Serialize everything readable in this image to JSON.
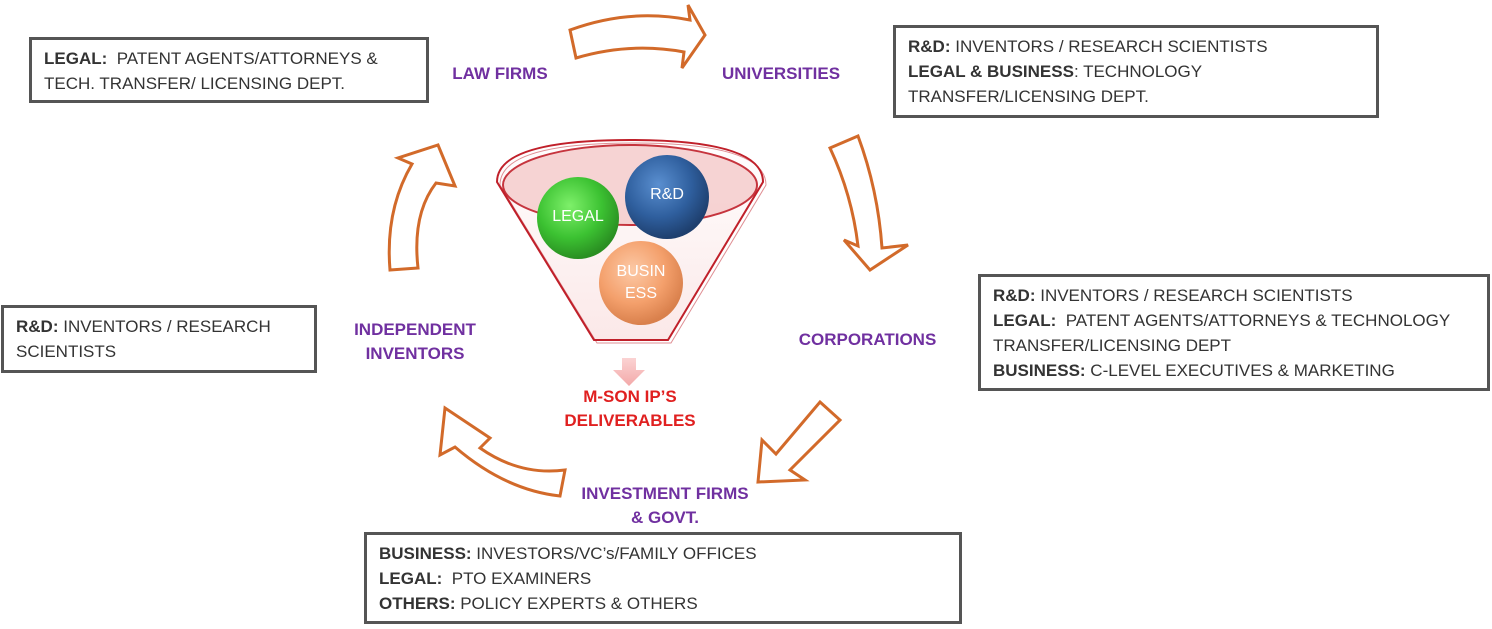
{
  "nodes": {
    "law_firms": "LAW FIRMS",
    "universities": "UNIVERSITIES",
    "corporations": "CORPORATIONS",
    "investment_line1": "INVESTMENT FIRMS",
    "investment_line2": "& GOVT.",
    "independent_line1": "INDEPENDENT",
    "independent_line2": "INVENTORS"
  },
  "funnel": {
    "legal": "LEGAL",
    "rd": "R&D",
    "business_line1": "BUSIN",
    "business_line2": "ESS",
    "output_line1": "M-SON IP’S",
    "output_line2": "DELIVERABLES"
  },
  "boxes": {
    "law_firms": [
      {
        "label": "LEGAL:",
        "text": "  PATENT AGENTS/ATTORNEYS &"
      },
      {
        "label": "",
        "text": "TECH. TRANSFER/ LICENSING DEPT."
      }
    ],
    "universities": [
      {
        "label": "R&D:",
        "text": " INVENTORS / RESEARCH SCIENTISTS"
      },
      {
        "label": "LEGAL & BUSINESS",
        "text": ": TECHNOLOGY"
      },
      {
        "label": "",
        "text": "TRANSFER/LICENSING DEPT."
      }
    ],
    "corporations": [
      {
        "label": "R&D:",
        "text": " INVENTORS / RESEARCH SCIENTISTS"
      },
      {
        "label": "LEGAL:",
        "text": "  PATENT AGENTS/ATTORNEYS & TECHNOLOGY"
      },
      {
        "label": "",
        "text": "TRANSFER/LICENSING DEPT"
      },
      {
        "label": "BUSINESS:",
        "text": " C-LEVEL EXECUTIVES & MARKETING"
      }
    ],
    "investment": [
      {
        "label": "BUSINESS:",
        "text": " INVESTORS/VC’s/FAMILY OFFICES"
      },
      {
        "label": "LEGAL:",
        "text": "  PTO EXAMINERS"
      },
      {
        "label": "OTHERS:",
        "text": " POLICY EXPERTS & OTHERS"
      }
    ],
    "independent": [
      {
        "label": "R&D:",
        "text": " INVENTORS / RESEARCH"
      },
      {
        "label": "",
        "text": "SCIENTISTS"
      }
    ]
  },
  "colors": {
    "arrow_stroke": "#d26a2a",
    "node_text": "#7030a0",
    "deliverables_text": "#e02020",
    "funnel_stroke": "#c0202a",
    "legal_circle": "#3fbf3a",
    "rd_circle": "#2f5f9e",
    "business_circle": "#f4a06c",
    "box_border": "#555555"
  }
}
